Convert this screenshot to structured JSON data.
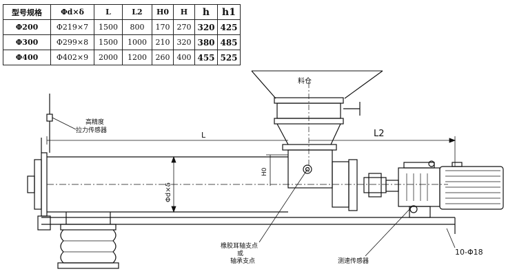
{
  "table": {
    "headers": [
      "型号规格",
      "Φd×δ",
      "L",
      "L2",
      "H0",
      "H",
      "h",
      "h1"
    ],
    "rows": [
      [
        "Φ200",
        "Φ219×7",
        "1500",
        "800",
        "170",
        "270",
        "320",
        "425"
      ],
      [
        "Φ300",
        "Φ299×8",
        "1500",
        "1000",
        "210",
        "320",
        "380",
        "485"
      ],
      [
        "Φ400",
        "Φ402×9",
        "2000",
        "1200",
        "260",
        "400",
        "455",
        "525"
      ]
    ]
  },
  "labels": {
    "inlet": "料仓",
    "tension_sensor_line1": "高精度",
    "tension_sensor_line2": "拉力传感器",
    "dim_L": "L",
    "dim_L2": "L2",
    "dim_H0": "H0",
    "dim_diameter": "Φd×δ",
    "rubber_support_line1": "橡胶耳轴支点",
    "rubber_support_line2": "或",
    "rubber_support_line3": "轴承支点",
    "speed_sensor": "测速传感器",
    "holes": "10-Φ18"
  }
}
